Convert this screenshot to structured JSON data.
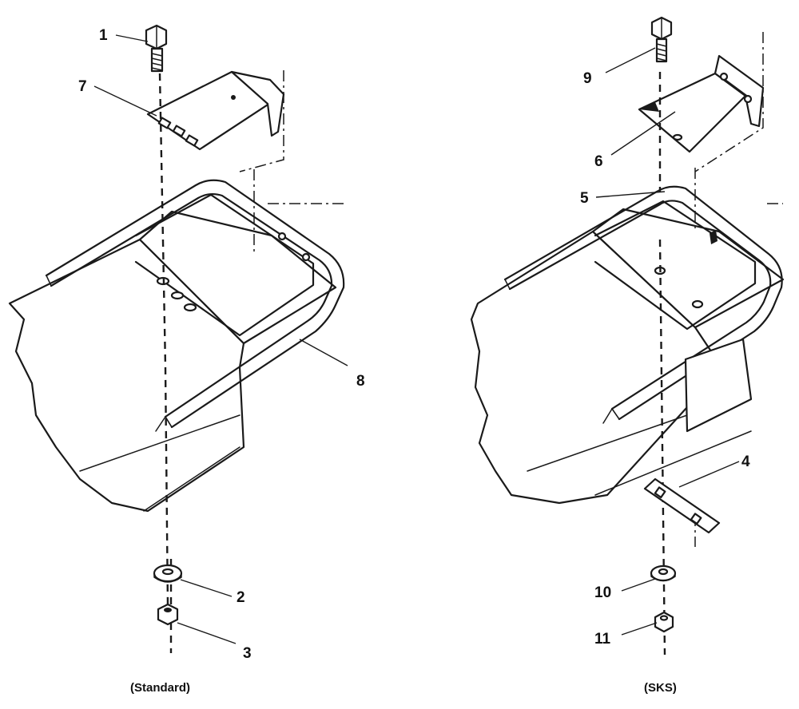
{
  "figures": [
    {
      "caption": "(Standard)",
      "callouts": [
        "1",
        "7",
        "8",
        "2",
        "3"
      ]
    },
    {
      "caption": "(SKS)",
      "callouts": [
        "9",
        "6",
        "5",
        "4",
        "10",
        "11"
      ]
    }
  ]
}
